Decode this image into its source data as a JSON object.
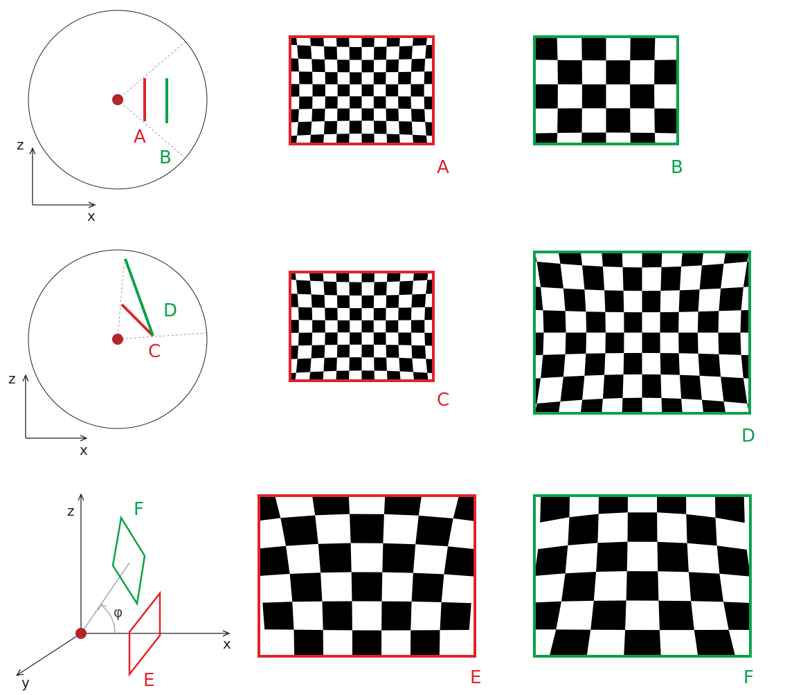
{
  "colors": {
    "red": "#e32228",
    "green": "#0aa24a",
    "dot": "#b3242b",
    "axis": "#222222",
    "guide": "#999999"
  },
  "rows": [
    {
      "diagram": {
        "axis_v": "z",
        "axis_h": "x",
        "marks": [
          "A",
          "B"
        ]
      },
      "panels": [
        {
          "label": "A",
          "color": "red"
        },
        {
          "label": "B",
          "color": "green"
        }
      ]
    },
    {
      "diagram": {
        "axis_v": "z",
        "axis_h": "x",
        "marks": [
          "D",
          "C"
        ]
      },
      "panels": [
        {
          "label": "C",
          "color": "red"
        },
        {
          "label": "D",
          "color": "green"
        }
      ]
    },
    {
      "diagram": {
        "axis_v": "z",
        "axis_h": "x",
        "axis_d": "y",
        "angle": "φ",
        "marks": [
          "F",
          "E"
        ]
      },
      "panels": [
        {
          "label": "E",
          "color": "red"
        },
        {
          "label": "F",
          "color": "green"
        }
      ]
    }
  ]
}
